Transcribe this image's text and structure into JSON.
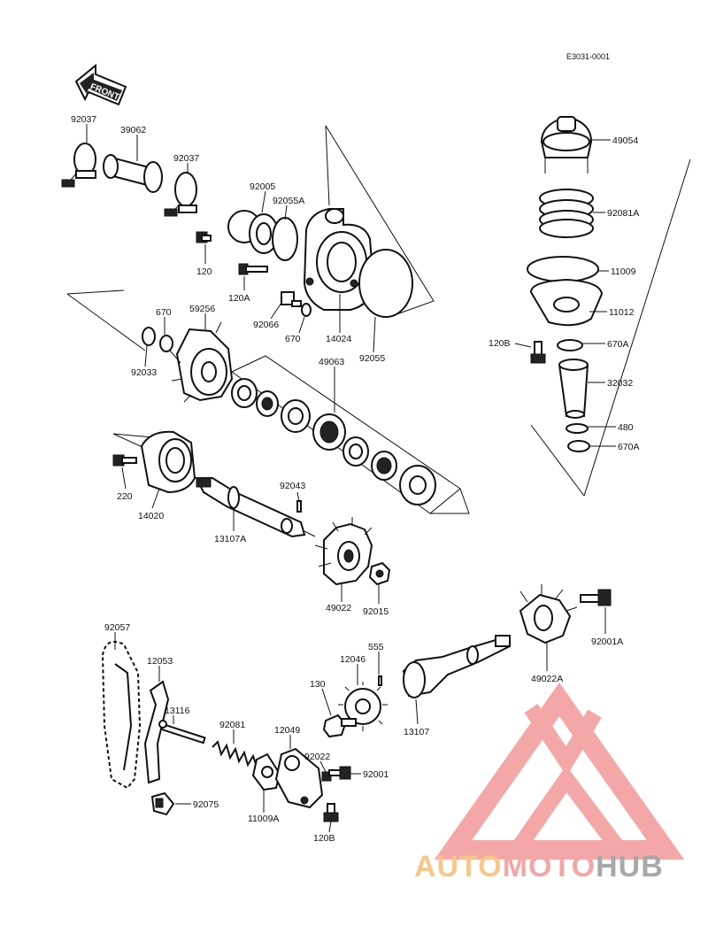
{
  "diagram_ref": "E3031-0001",
  "front_label": "FRONT",
  "logo": {
    "part1": "AUTO",
    "part2": "MOTO",
    "part3": "HUB",
    "primary_color": "#f4a3a3",
    "secondary_color": "#f7c68a"
  },
  "parts": {
    "p92037a": "92037",
    "p39062": "39062",
    "p92037b": "92037",
    "p92005": "92005",
    "p92055A": "92055A",
    "p120": "120",
    "p120A": "120A",
    "p92066": "92066",
    "p670b": "670",
    "p14024": "14024",
    "p92055": "92055",
    "p670a": "670",
    "p59256": "59256",
    "p92033": "92033",
    "p49063": "49063",
    "p49054": "49054",
    "p92081A": "92081A",
    "p11009": "11009",
    "p11012": "11012",
    "p120B": "120B",
    "p670A1": "670A",
    "p32032": "32032",
    "p480": "480",
    "p670A2": "670A",
    "p220": "220",
    "p14020": "14020",
    "p92043": "92043",
    "p13107A": "13107A",
    "p49022": "49022",
    "p92015": "92015",
    "p92001A": "92001A",
    "p49022A": "49022A",
    "p92057": "92057",
    "p12053": "12053",
    "p13116": "13116",
    "p92075": "92075",
    "p92081": "92081",
    "p12049": "12049",
    "p11009A": "11009A",
    "p130": "130",
    "p12046": "12046",
    "p555": "555",
    "p92022": "92022",
    "p92001": "92001",
    "p120B2": "120B",
    "p13107": "13107"
  }
}
